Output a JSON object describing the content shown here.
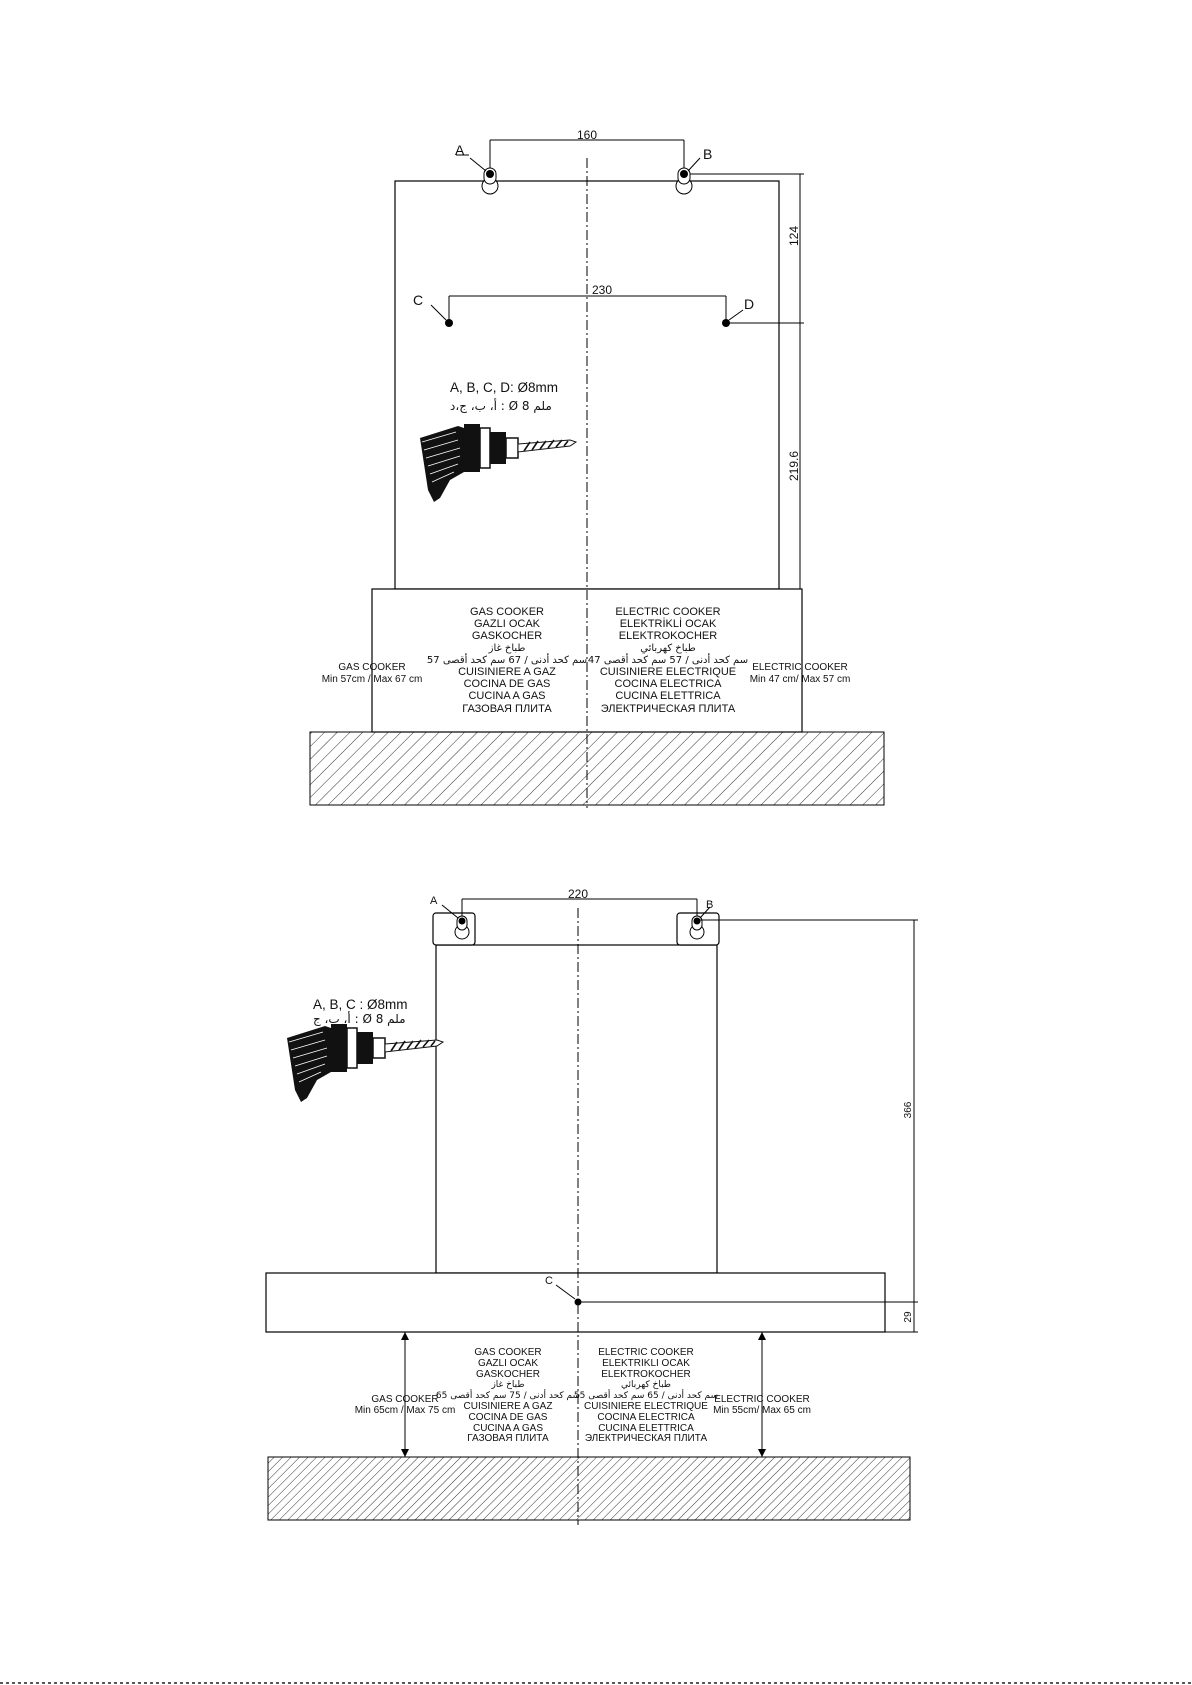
{
  "diagram_top": {
    "dimension_ab": "160",
    "dimension_cd": "230",
    "dimension_vertical_upper": "124",
    "dimension_vertical_lower": "219.6",
    "point_a": "A",
    "point_b": "B",
    "point_c": "C",
    "point_d": "D",
    "hole_note": "A, B, C, D: Ø8mm",
    "hole_note_arabic": "أ، ب، ج،د : Ø 8 ملم",
    "gas_side_label": "GAS COOKER",
    "gas_side_range": "Min 57cm / Max 67 cm",
    "electric_side_label": "ELECTRIC COOKER",
    "electric_side_range": "Min 47 cm/ Max 57 cm",
    "gas_lines": [
      "GAS COOKER",
      "GAZLI OCAK",
      "GASKOCHER",
      "طباخ غاز",
      "57 سم كحد أدنى / 67 سم كحد أقصى",
      "CUISINIERE A GAZ",
      "COCINA DE GAS",
      "CUCINA A GAS",
      "ГАЗОВАЯ ПЛИТА"
    ],
    "electric_lines": [
      "ELECTRIC COOKER",
      "ELEKTRİKLİ OCAK",
      "ELEKTROKOCHER",
      "طباخ كهربائي",
      "47 سم كحد أدنى / 57 سم كحد أقصى",
      "CUISINIERE ELECTRIQUE",
      "COCINA ELECTRICA",
      "CUCINA ELETTRICA",
      "ЭЛЕКТРИЧЕСКАЯ ПЛИТА"
    ]
  },
  "diagram_bottom": {
    "dimension_ab": "220",
    "dimension_vertical_main": "366",
    "dimension_vertical_small": "29",
    "point_a": "A",
    "point_b": "B",
    "point_c": "C",
    "hole_note": "A, B, C : Ø8mm",
    "hole_note_arabic": "أ، ب، ج : Ø 8 ملم",
    "gas_side_label": "GAS COOKER",
    "gas_side_range": "Min 65cm / Max 75 cm",
    "electric_side_label": "ELECTRIC COOKER",
    "electric_side_range": "Min 55cm/ Max 65 cm",
    "gas_lines": [
      "GAS COOKER",
      "GAZLI OCAK",
      "GASKOCHER",
      "طباخ غاز",
      "65 سم كحد أدنى / 75 سم كحد أقصى",
      "CUISINIERE A GAZ",
      "COCINA DE GAS",
      "CUCINA A GAS",
      "ГАЗОВАЯ ПЛИТА"
    ],
    "electric_lines": [
      "ELECTRIC COOKER",
      "ELEKTRIKLI OCAK",
      "ELEKTROKOCHER",
      "طباخ كهربائي",
      "55 سم كحد أدنى / 65 سم كحد أقصى",
      "CUISINIERE ELECTRIQUE",
      "COCINA ELECTRICA",
      "CUCINA ELETTRICA",
      "ЭЛЕКТРИЧЕСКАЯ ПЛИТА"
    ]
  }
}
